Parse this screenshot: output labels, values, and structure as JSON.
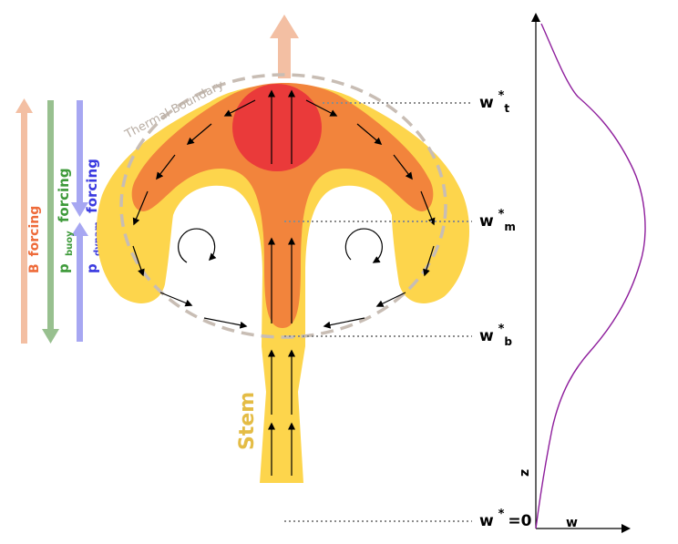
{
  "colors": {
    "yellow": "#FDD54C",
    "orange": "#F2843C",
    "red": "#EA3A3A",
    "peach_arrow": "#F3BFA3",
    "green_arrow": "#98C08F",
    "blue_arrow": "#A7A7F2",
    "boundary": "#C8BDB4",
    "profile": "#8E1E9C",
    "stem_text": "#E4BC45",
    "b_forcing_text": "#EE6B3A",
    "p_buoy_text": "#3E9A3A",
    "p_dynam_text": "#3A3AE0"
  },
  "forcing": {
    "b": {
      "main": "B",
      "word": "forcing"
    },
    "buoy": {
      "main": "p",
      "sub": "buoy",
      "word": "forcing"
    },
    "dynam": {
      "main": "p",
      "sub": "dynam",
      "word": "forcing"
    }
  },
  "labels": {
    "thermal_boundary": "Thermal Boundary",
    "stem": "Stem",
    "w_t": {
      "main": "w",
      "sup": "*",
      "sub": "t"
    },
    "w_m": {
      "main": "w",
      "sup": "*",
      "sub": "m"
    },
    "w_b": {
      "main": "w",
      "sup": "*",
      "sub": "b"
    },
    "w_0": {
      "main": "w",
      "sup": "*",
      "rest": "=0"
    },
    "z_axis": "z",
    "w_axis": "w"
  }
}
